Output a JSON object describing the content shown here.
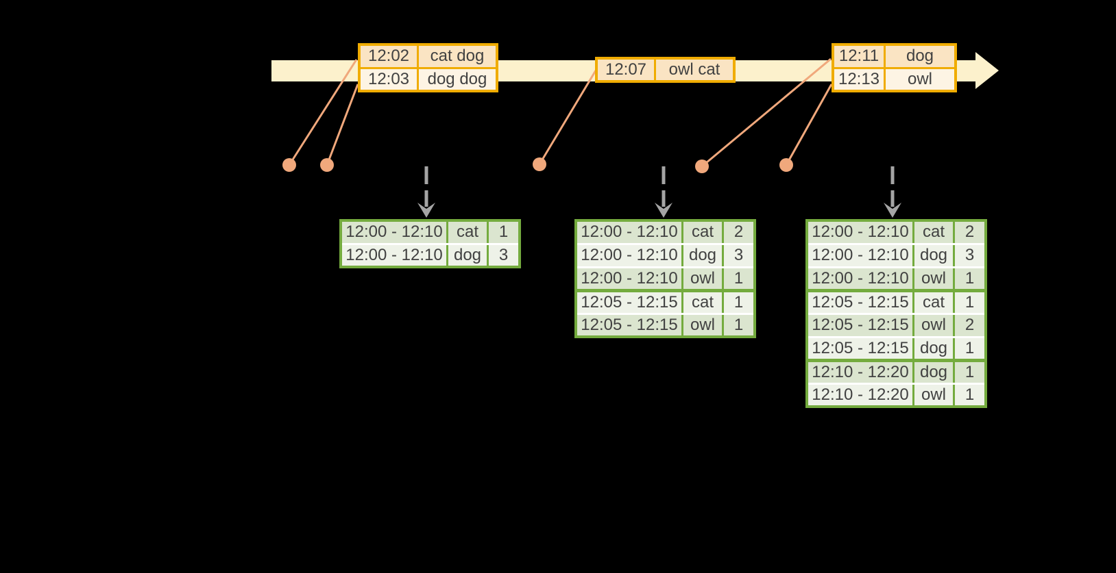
{
  "colors": {
    "background": "#000000",
    "timeline_fill": "#FCF1CC",
    "event_table_border": "#F0AC00",
    "event_row_dark": "#FAE4C3",
    "event_row_light": "#FDF4E4",
    "event_marker_orange": "#F0A87C",
    "result_table_border": "#74AB3E",
    "result_row_dark": "#DBE5CF",
    "result_row_light": "#EEF2E8",
    "trigger_arrow_gray": "#A5A5A5",
    "text": "#414141"
  },
  "icons": {
    "timeline_arrowhead": "right-arrow",
    "event_marker": "filled-circle",
    "trigger_arrow": "dashed-down-arrow"
  },
  "event_tables": [
    {
      "rows": [
        {
          "time": "12:02",
          "words": "cat dog"
        },
        {
          "time": "12:03",
          "words": "dog dog"
        }
      ]
    },
    {
      "rows": [
        {
          "time": "12:07",
          "words": "owl cat"
        }
      ]
    },
    {
      "rows": [
        {
          "time": "12:11",
          "words": "dog"
        },
        {
          "time": "12:13",
          "words": "owl"
        }
      ]
    }
  ],
  "result_tables": [
    {
      "rows": [
        {
          "window": "12:00 - 12:10",
          "word": "cat",
          "count": "1"
        },
        {
          "window": "12:00 - 12:10",
          "word": "dog",
          "count": "3"
        }
      ]
    },
    {
      "rows": [
        {
          "window": "12:00 - 12:10",
          "word": "cat",
          "count": "2"
        },
        {
          "window": "12:00 - 12:10",
          "word": "dog",
          "count": "3"
        },
        {
          "window": "12:00 - 12:10",
          "word": "owl",
          "count": "1"
        },
        {
          "window": "12:05 - 12:15",
          "word": "cat",
          "count": "1"
        },
        {
          "window": "12:05 - 12:15",
          "word": "owl",
          "count": "1"
        }
      ]
    },
    {
      "rows": [
        {
          "window": "12:00 - 12:10",
          "word": "cat",
          "count": "2"
        },
        {
          "window": "12:00 - 12:10",
          "word": "dog",
          "count": "3"
        },
        {
          "window": "12:00 - 12:10",
          "word": "owl",
          "count": "1"
        },
        {
          "window": "12:05 - 12:15",
          "word": "cat",
          "count": "1"
        },
        {
          "window": "12:05 - 12:15",
          "word": "owl",
          "count": "2"
        },
        {
          "window": "12:05 - 12:15",
          "word": "dog",
          "count": "1"
        },
        {
          "window": "12:10 - 12:20",
          "word": "dog",
          "count": "1"
        },
        {
          "window": "12:10 - 12:20",
          "word": "owl",
          "count": "1"
        }
      ]
    }
  ]
}
